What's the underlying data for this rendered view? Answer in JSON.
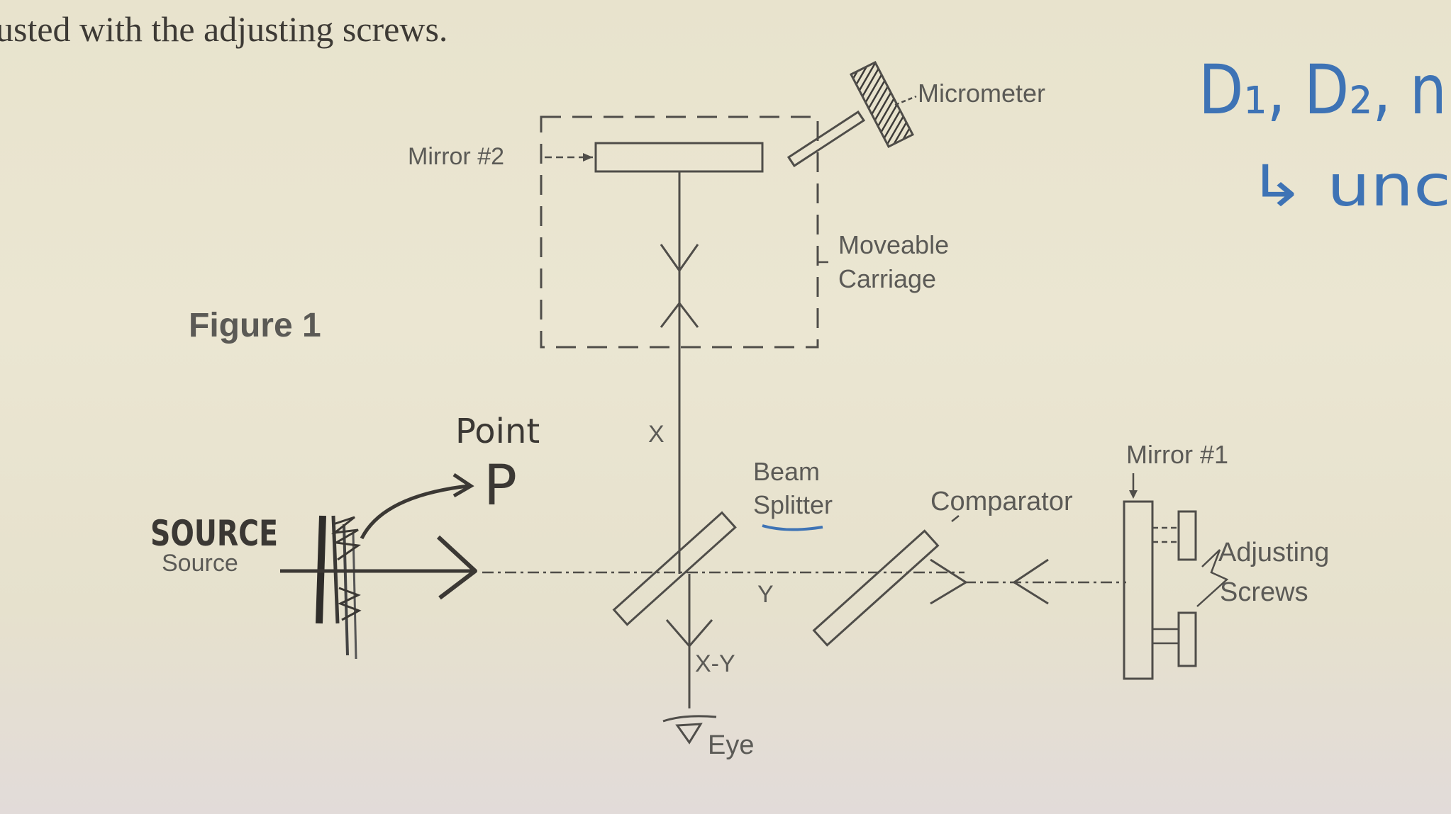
{
  "header_text": "usted with the adjusting screws.",
  "figure_title": "Figure 1",
  "labels": {
    "micrometer": "Micrometer",
    "mirror2": "Mirror #2",
    "moveable": "Moveable",
    "carriage": "Carriage",
    "x": "X",
    "beam": "Beam",
    "splitter": "Splitter",
    "comparator": "Comparator",
    "mirror1": "Mirror #1",
    "adjusting": "Adjusting",
    "screws": "Screws",
    "source": "Source",
    "y": "Y",
    "xy": "X-Y",
    "eye": "Eye"
  },
  "handwritten": {
    "point": "Point",
    "p": "P",
    "source": "SOURCE",
    "top_right_line1": "D₁, D₂, n",
    "top_right_line2": "↳ unc"
  },
  "colors": {
    "printed": "#5b5a56",
    "pencil": "#3b3834",
    "blue_ink": "#3e73b5"
  }
}
